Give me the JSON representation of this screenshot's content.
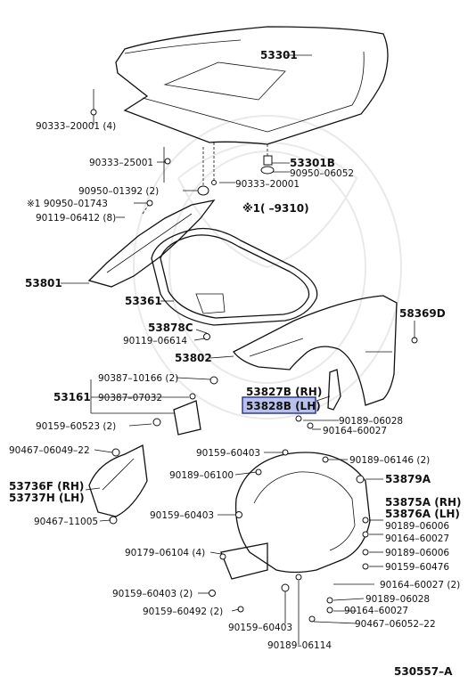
{
  "diagram": {
    "title": "Hood & Front Fender parts diagram",
    "highlight_color": "#b9c1ea",
    "labels": {
      "p53301": "53301",
      "p90333_20001_4": "90333–20001 (4)",
      "p90333_25001": "90333–25001",
      "p53301B": "53301B",
      "p90950_06052": "90950–06052",
      "p90950_01392": "90950–01392 (2)",
      "p90333_20001": "90333–20001",
      "p90950_01743": "※1 90950–01743",
      "p90119_06412": "90119–06412 (8)",
      "note1": "※1(    –9310)",
      "p53801": "53801",
      "p53361": "53361",
      "p58369D": "58369D",
      "p53878C": "53878C",
      "p90119_06614": "90119–06614",
      "p53802": "53802",
      "p90387_10166": "90387–10166 (2)",
      "p53161": "53161",
      "p90387_07032": "90387–07032",
      "p53827B": "53827B (RH)",
      "p53828B": "53828B (LH)",
      "p90189_06028a": "90189–06028",
      "p90164_60027a": "90164–60027",
      "p90159_60523": "90159–60523 (2)",
      "p90467_06049": "90467–06049–22",
      "p90159_60403a": "90159–60403",
      "p90189_06146": "90189–06146 (2)",
      "p53736F": "53736F (RH)",
      "p53737H": "53737H (LH)",
      "p90189_06100": "90189–06100",
      "p53879A": "53879A",
      "p90467_11005": "90467–11005",
      "p90159_60403b": "90159–60403",
      "p53875A": "53875A (RH)",
      "p53876A": "53876A (LH)",
      "p90189_06006a": "90189–06006",
      "p90164_60027b": "90164–60027",
      "p90179_06104": "90179–06104 (4)",
      "p90189_06006b": "90189–06006",
      "p90159_60476": "90159–60476",
      "p90164_60027c": "90164–60027 (2)",
      "p90159_60403c": "90159–60403 (2)",
      "p90189_06028b": "90189–06028",
      "p90159_60492": "90159–60492 (2)",
      "p90164_60027d": "90164–60027",
      "p90159_60403d": "90159–60403",
      "p90467_06052": "90467–06052–22",
      "p90189_06114": "90189–06114",
      "diagram_code": "530557–A"
    }
  }
}
